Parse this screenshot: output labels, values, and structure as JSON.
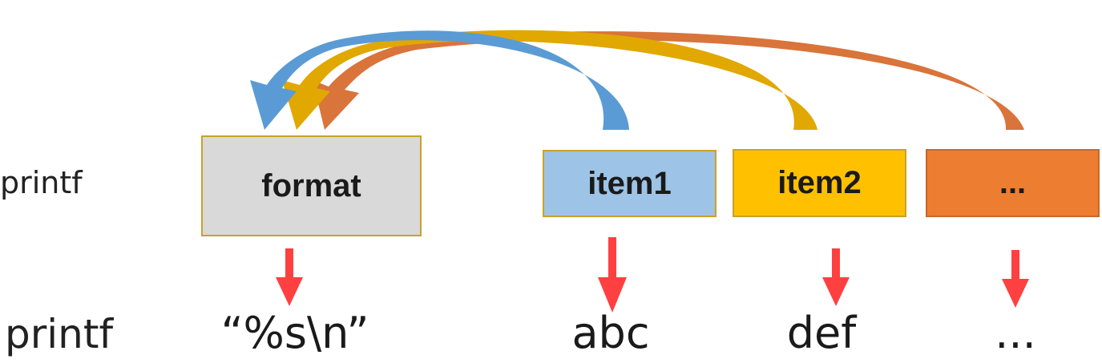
{
  "labels": {
    "top": "printf",
    "bottom": "printf"
  },
  "boxes": [
    {
      "id": "format",
      "text": "format",
      "color": "#d9d9d9"
    },
    {
      "id": "item1",
      "text": "item1",
      "color": "#9dc3e6"
    },
    {
      "id": "item2",
      "text": "item2",
      "color": "#ffc000"
    },
    {
      "id": "more",
      "text": "...",
      "color": "#ed7d31"
    }
  ],
  "values": [
    "“%s\\n”",
    "abc",
    "def",
    "..."
  ],
  "colors": {
    "arc_item1": "#5b9bd5",
    "arc_item2": "#e0a800",
    "arc_more": "#d9743a",
    "down_arrow": "#ff4040"
  }
}
